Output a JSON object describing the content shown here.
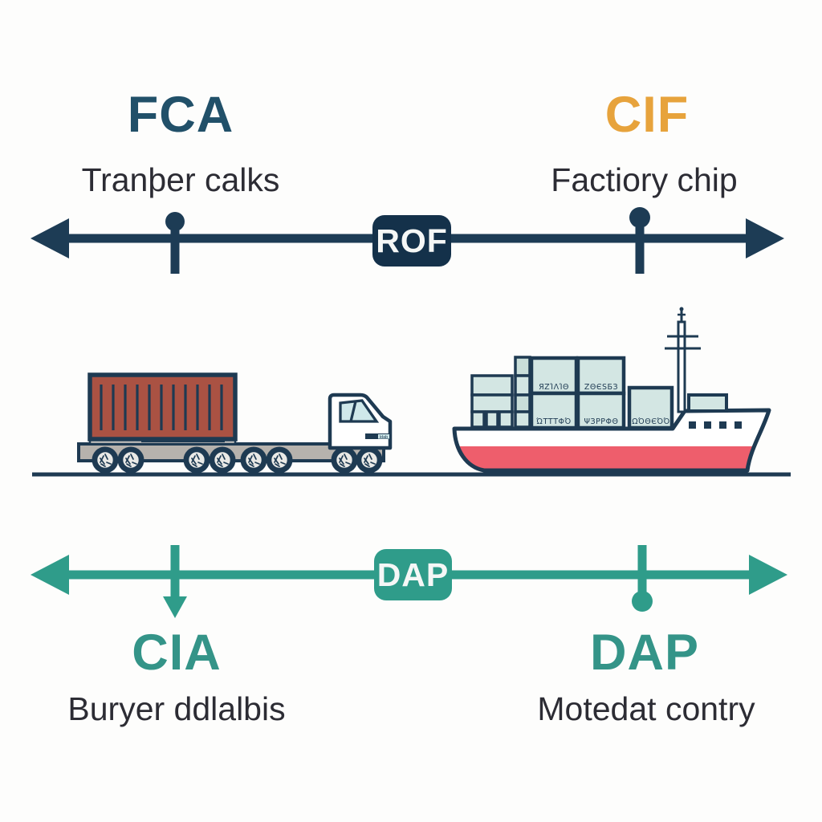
{
  "diagram": {
    "type": "incoterms-shipping-timeline",
    "top_timeline": {
      "left_term": {
        "code": "FCA",
        "caption": "Tranþer calks"
      },
      "right_term": {
        "code": "CIF",
        "caption": "Factiory chip"
      },
      "badge": "ROF",
      "color": "#1d3c55"
    },
    "bottom_timeline": {
      "left_term": {
        "code": "CIA",
        "caption": "Buryer ddlalbis"
      },
      "right_term": {
        "code": "DAP",
        "caption": "Motedat contry"
      },
      "badge": "DAP",
      "color": "#2f9c8a"
    },
    "illustration": {
      "truck": {
        "name": "container-truck",
        "cab_tag": "ldab",
        "container_color": "#aa5243",
        "flatbed_color": "#b6b2ad"
      },
      "ship": {
        "name": "cargo-ship",
        "hull_band_color": "#ee5e6c",
        "cargo_box_color": "#d3e6e3",
        "container_labels": [
          "ЯΖΊΛΊΘ",
          "ΖΘЄЅБЗ",
          "ΏΤΤΤΦΌ",
          "ΨЗΡΡΦΘ",
          "ΩΌΘЄΌΌ"
        ]
      }
    },
    "colors": {
      "background": "#fdfdfc",
      "navy": "#1e3a52",
      "navy_badge": "#14314a",
      "navy_text": "#215069",
      "teal": "#2f9c8a",
      "teal_text": "#349488",
      "orange": "#e7a33c",
      "caption_text": "#2c2c34",
      "window_blue": "#cfe8ea"
    }
  }
}
